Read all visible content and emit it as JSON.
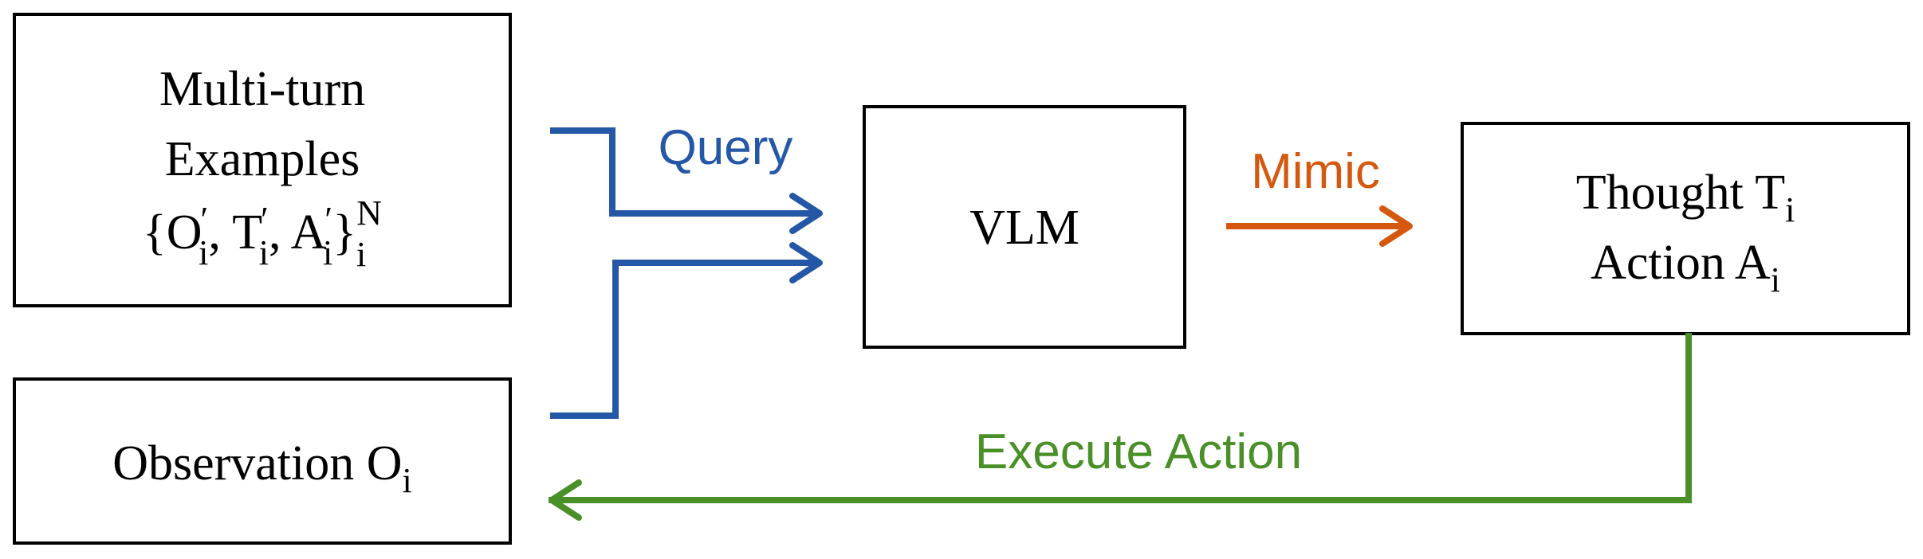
{
  "boxes": {
    "examples": {
      "line1": "Multi-turn",
      "line2": "Examples",
      "formula": {
        "open_brace": "{",
        "o": "O",
        "o_prime": "′",
        "o_sub": "i",
        "comma1": ", ",
        "t": "T",
        "t_prime": "′",
        "t_sub": "i",
        "comma2": ", ",
        "a": "A",
        "a_prime": "′",
        "a_sub": "i",
        "close_brace": "}",
        "outer_sub": "i",
        "outer_sup": "N"
      }
    },
    "observation": {
      "label": "Observation ",
      "symbol": "O",
      "sub": "i"
    },
    "vlm": {
      "label": "VLM"
    },
    "output": {
      "thought_label": "Thought ",
      "thought_symbol": "T",
      "thought_sub": "i",
      "action_label": "Action ",
      "action_symbol": "A",
      "action_sub": "i"
    }
  },
  "edges": {
    "query": {
      "label": "Query",
      "color": "#2457a6"
    },
    "mimic": {
      "label": "Mimic",
      "color": "#d4580e"
    },
    "execute": {
      "label": "Execute Action",
      "color": "#4a9028"
    }
  }
}
